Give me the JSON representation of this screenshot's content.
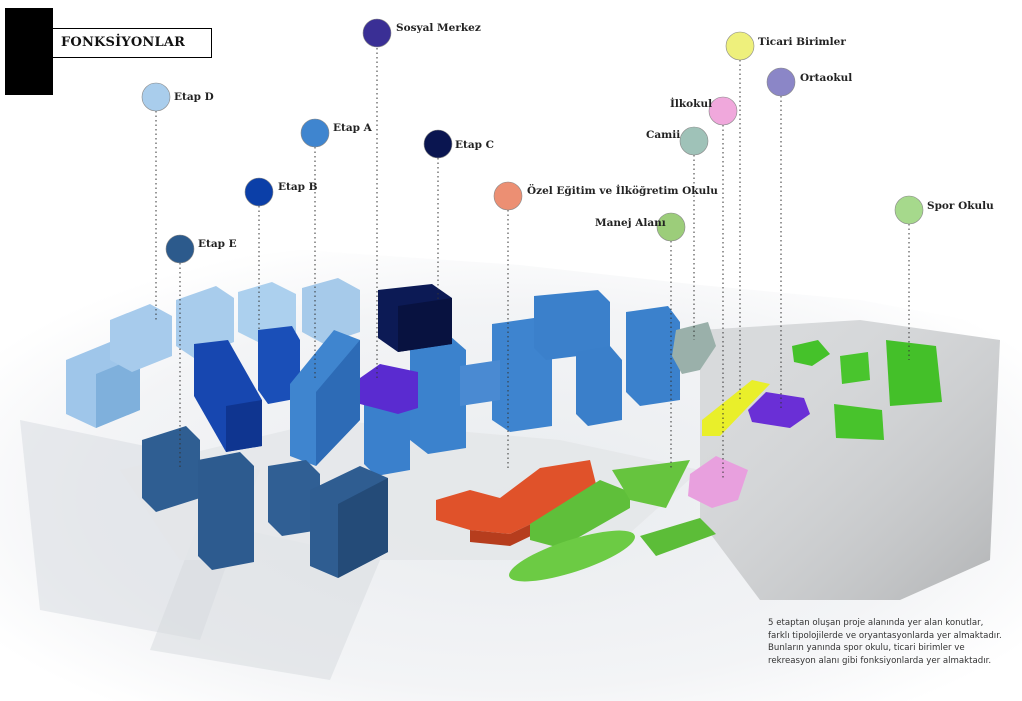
{
  "header": {
    "title": "FONKSİYONLAR"
  },
  "labels": {
    "etap_d": "Etap D",
    "etap_e": "Etap E",
    "etap_b": "Etap B",
    "etap_a": "Etap A",
    "sosyal_merkez": "Sosyal Merkez",
    "etap_c": "Etap C",
    "ozel_egitim": "Özel Eğitim ve İlköğretim Okulu",
    "manej_alani": "Manej Alanı",
    "camii": "Camii",
    "ilkokul": "İlkokul",
    "ticari_birimler": "Ticari Birimler",
    "ortaokul": "Ortaokul",
    "spor_okulu": "Spor Okulu"
  },
  "colors": {
    "etap_d": "#a9cdec",
    "etap_e": "#2c5a8c",
    "etap_b": "#0b3fa8",
    "etap_a": "#3f85cf",
    "sosyal_merkez": "#3a2f95",
    "etap_c": "#0a1550",
    "ozel_egitim": "#ec8f73",
    "manej_alani": "#9ccd7a",
    "camii": "#9fc2b8",
    "ilkokul": "#f0a8dc",
    "ticari_birimler": "#eef07c",
    "ortaokul": "#8b86c7",
    "spor_okulu": "#a6d98c"
  },
  "description": {
    "lines": [
      "5 etaptan oluşan proje alanında yer alan konutlar,",
      "farklı tipolojilerde ve oryantasyonlarda yer almaktadır.",
      "Bunların yanında spor okulu, ticari birimler ve",
      "rekreasyon alanı gibi fonksiyonlarda yer almaktadır."
    ]
  }
}
